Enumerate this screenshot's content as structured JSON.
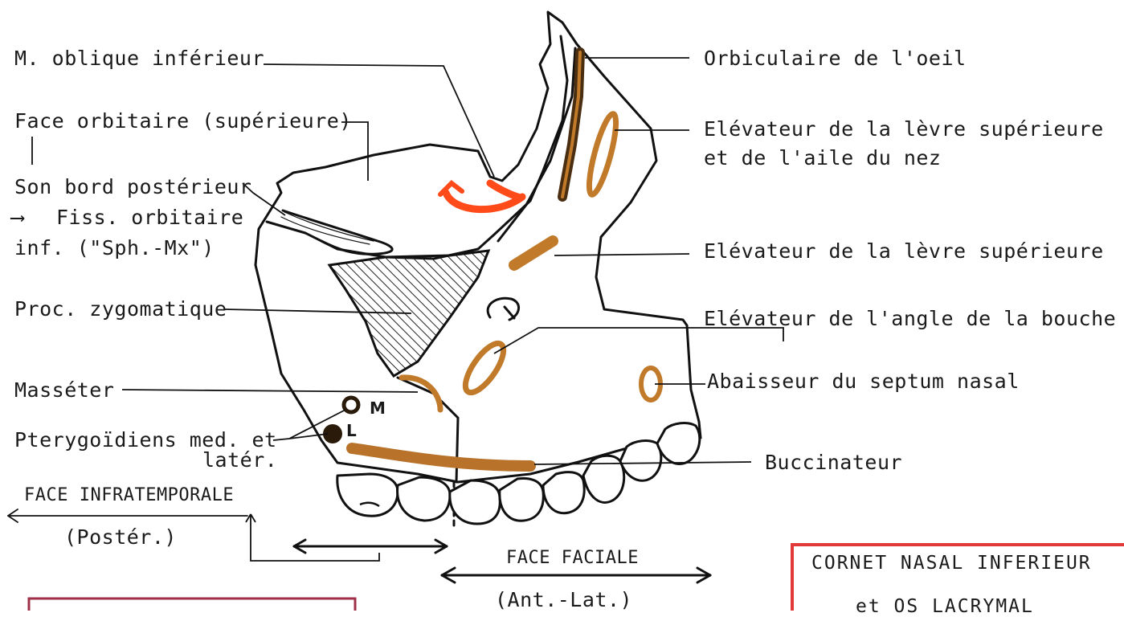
{
  "labels": {
    "oblique_inf": "M. oblique inférieur",
    "face_orbitaire": "Face orbitaire (supérieure)",
    "bord_post": "Son bord postérieur",
    "fiss_arrow": "⟶",
    "fiss_orb": "Fiss. orbitaire",
    "fiss_inf": "inf. (\"Sph.-Mx\")",
    "proc_zygo": "Proc. zygomatique",
    "masseter": "Masséter",
    "ptery_1": "Pterygoïdiens med. et",
    "ptery_2": "latér.",
    "face_infratemp": "FACE INFRATEMPORALE",
    "poster": "(Postér.)",
    "face_faciale": "FACE FACIALE",
    "ant_lat": "(Ant.-Lat.)",
    "orbiculaire": "Orbiculaire de l'oeil",
    "elev_levre_aile_1": "Elévateur de la lèvre supérieure",
    "elev_levre_aile_2": "et de l'aile du nez",
    "elev_levre": "Elévateur de la lèvre supérieure",
    "elev_angle": "Elévateur de l'angle de la bouche",
    "abaisseur": "Abaisseur  du septum nasal",
    "buccinateur": "Buccinateur",
    "mark_m": "M",
    "mark_l": "L"
  },
  "box": {
    "line1": "CORNET NASAL INFERIEUR",
    "line2": "et  OS  LACRYMAL"
  },
  "colors": {
    "orange_muscle": "#c07a2a",
    "dark_muscle": "#4a2e12",
    "red_muscle": "#ff4a1a",
    "box_border": "#e23a3a",
    "bottom_box_border": "#a03048"
  }
}
